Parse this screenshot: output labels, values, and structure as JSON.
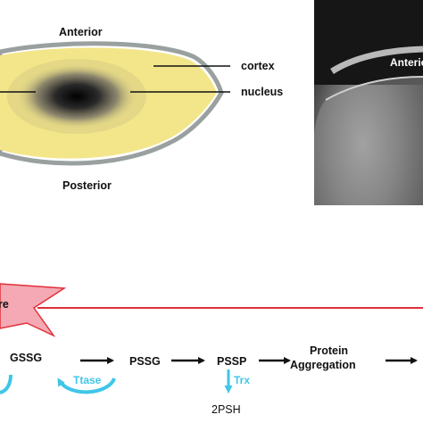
{
  "lens_diagram": {
    "label_anterior": "Anterior",
    "label_posterior": "Posterior",
    "label_cortex": "cortex",
    "label_nucleus": "nucleus"
  },
  "photo": {
    "label_anterior_cropped": "Anterior"
  },
  "pathway": {
    "star_label": "re",
    "nodes": [
      "GSSG",
      "PSSG",
      "PSSP",
      "Protein",
      "Aggregation"
    ],
    "enzyme_ttase": "Ttase",
    "enzyme_trx": "Trx",
    "product_2psh": "2PSH"
  },
  "colors": {
    "lens_fill": "#f3e68a",
    "lens_outline": "#9aa0a0",
    "enzyme_cyan": "#3fc6e8",
    "red_line": "#e0303a",
    "star_fill": "#f4a9b4"
  }
}
